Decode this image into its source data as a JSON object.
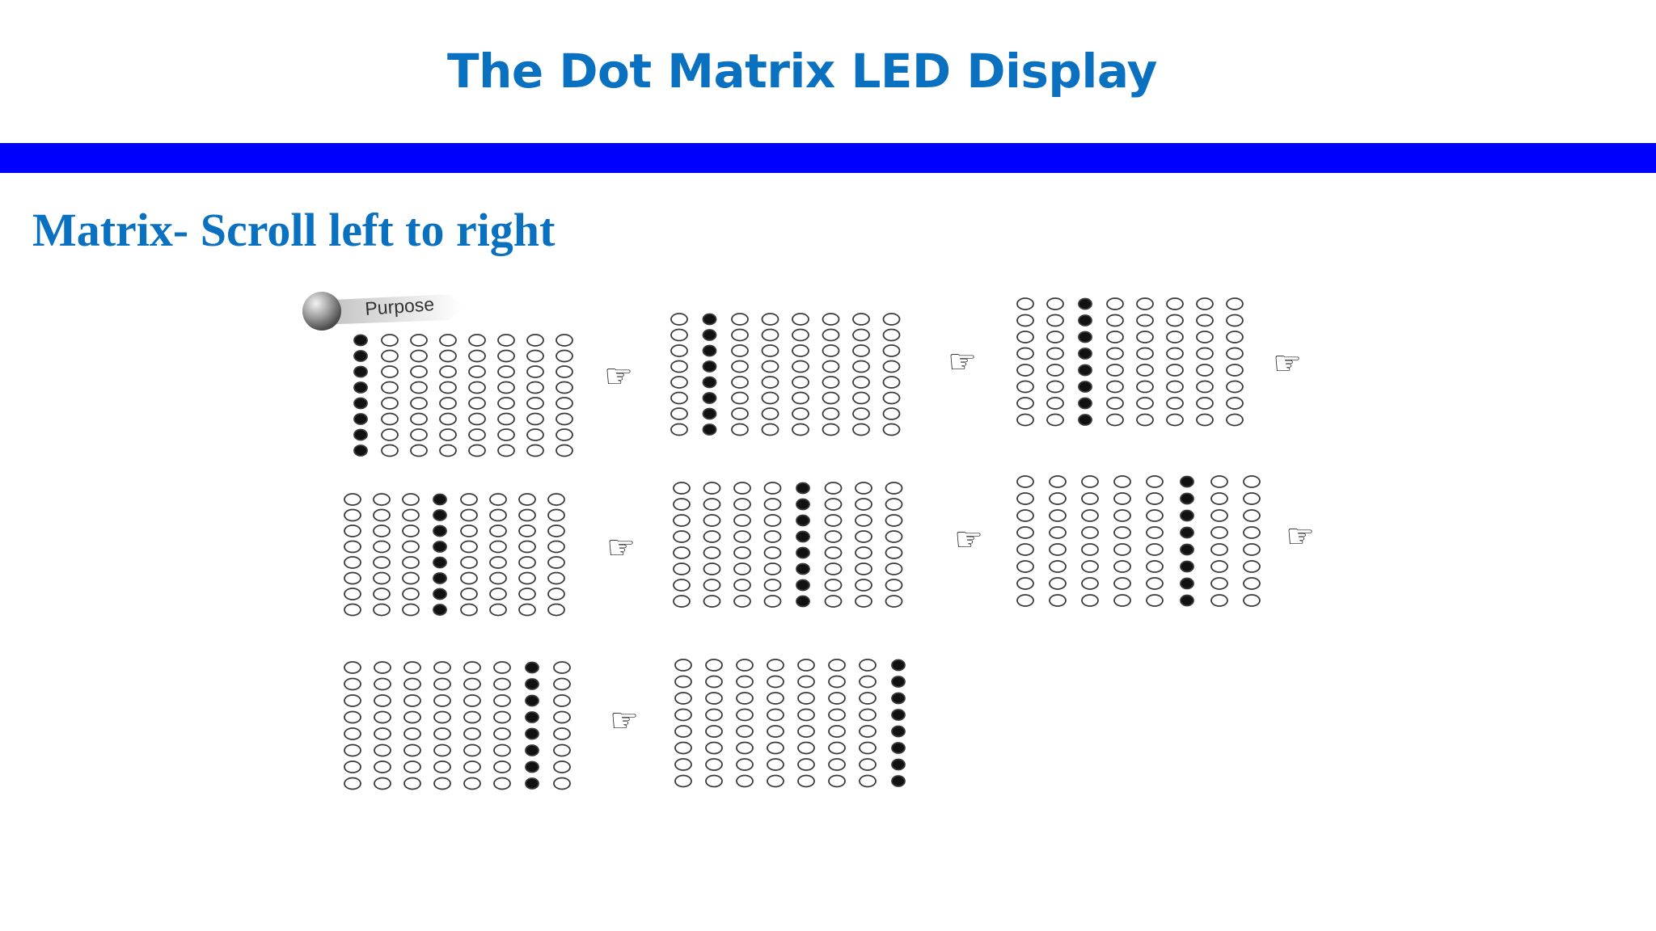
{
  "slide": {
    "title": "The Dot Matrix LED Display",
    "subtitle": "Matrix- Scroll left to right"
  },
  "badge": {
    "label": "Purpose",
    "icon": "sphere-icon"
  },
  "matrix": {
    "rows": 8,
    "cols": 8,
    "lit_color": "#111111",
    "unlit_color": "#ffffff",
    "frames": [
      {
        "step": 1,
        "lit_column": 1
      },
      {
        "step": 2,
        "lit_column": 2
      },
      {
        "step": 3,
        "lit_column": 3
      },
      {
        "step": 4,
        "lit_column": 4
      },
      {
        "step": 5,
        "lit_column": 5
      },
      {
        "step": 6,
        "lit_column": 6
      },
      {
        "step": 7,
        "lit_column": 7
      },
      {
        "step": 8,
        "lit_column": 8
      }
    ],
    "arrow_icon": "pointing-hand-icon"
  },
  "colors": {
    "title": "#0a70c0",
    "bar": "#0000ff"
  }
}
